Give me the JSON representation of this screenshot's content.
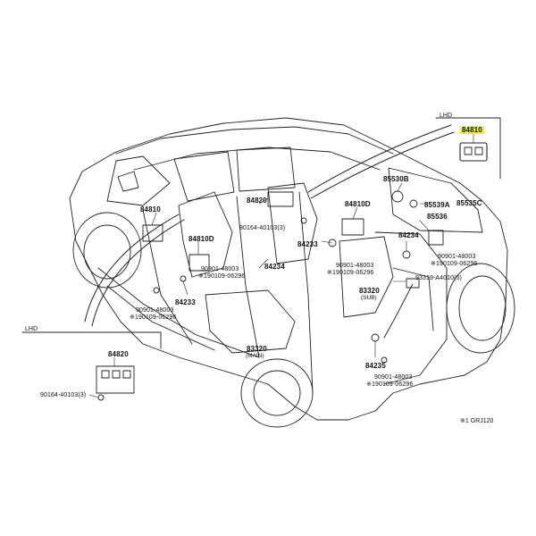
{
  "regions": {
    "top_right_label": "LHD",
    "bottom_left_label": "LHD"
  },
  "labels": {
    "p84810_hl": "84810",
    "p84810_left": "84810",
    "p84820_top": "84820",
    "p84810d_left": "84810D",
    "p84810d_right": "84810D",
    "p90164_top": "90164-40103(3)",
    "p84234": "84234",
    "p84233_left": "84233",
    "p84233_mid": "84233",
    "p90901_left_a": "90901-48003",
    "p90901_left_b": "※190109-06296",
    "p90901_mid_a": "90901-48003",
    "p90901_mid_b": "※190109-06296",
    "p90901_right_a": "90901-48003",
    "p90901_right_b": "※190109-06296",
    "p90901_bottomleft_a": "90901-48003",
    "p90901_bottomleft_b": "※190109-06296",
    "p90901_bottom_a": "90901-48003",
    "p90901_bottom_b": "※190109-06296",
    "p85530b": "85530B",
    "p85539a": "85539A",
    "p85535c": "85535C",
    "p85536": "85536",
    "p84234_right": "84234",
    "p93319": "93319-A4010(5)",
    "p83320_sub": "83320",
    "sub_tag": "(SUB)",
    "p83320_main": "83320",
    "main_tag": "(MAIN)",
    "p84235": "84235",
    "p84820_bl": "84820",
    "p90164_bl": "90164-40103(3)",
    "footer_code": "※1 GRJ120"
  }
}
